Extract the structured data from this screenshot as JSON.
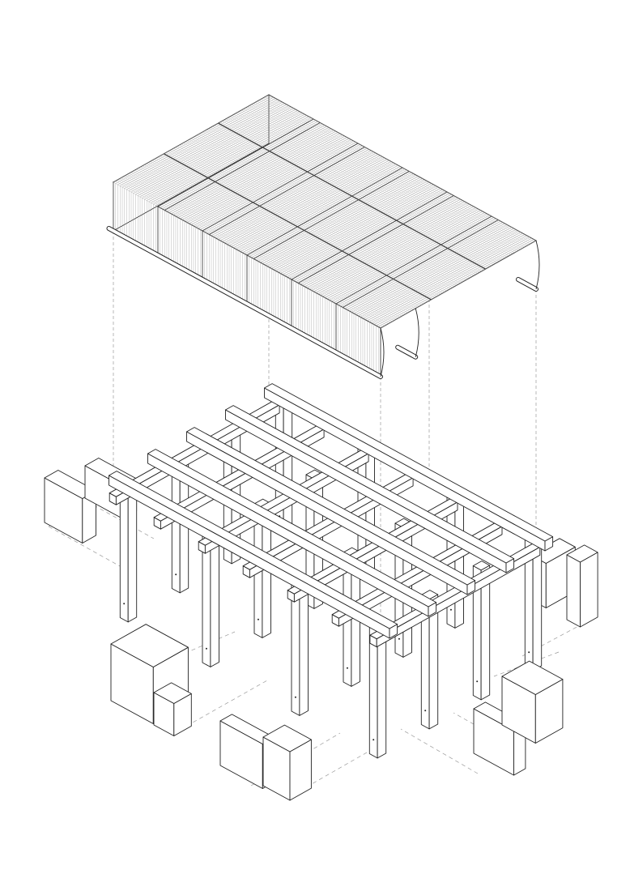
{
  "drawing": {
    "type": "exploded axonometric",
    "components": [
      "mesh-roof",
      "timber-frame",
      "blocks"
    ],
    "colors": {
      "background": "#ffffff",
      "line": "#222222",
      "mesh": "#9a9a9a",
      "dashed": "#9a9a9a"
    }
  }
}
